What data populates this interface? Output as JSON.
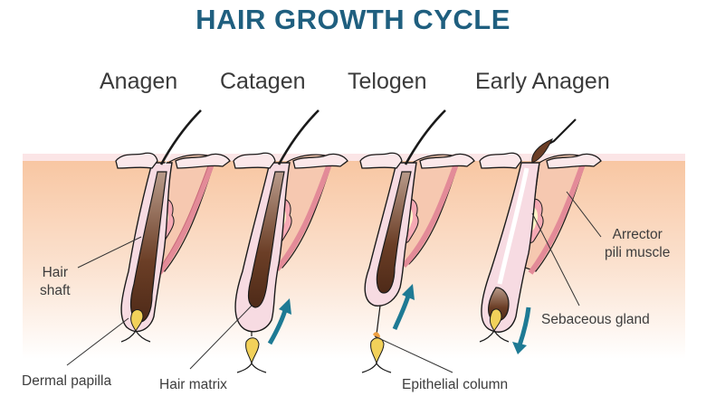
{
  "title": "HAIR GROWTH CYCLE",
  "colors": {
    "title": "#1f5f7f",
    "arrow": "#1e7a94",
    "skin_top": "#f7c6a1",
    "skin_bottom": "#ffffff",
    "hair": "#5a3422",
    "papilla": "#f2d15a",
    "sheath": "#f7dde3",
    "muscle": "#e99aa6",
    "gland": "#fff4c8"
  },
  "stages": [
    {
      "id": "anagen",
      "label": "Anagen"
    },
    {
      "id": "catagen",
      "label": "Catagen"
    },
    {
      "id": "telogen",
      "label": "Telogen"
    },
    {
      "id": "early-anagen",
      "label": "Early Anagen"
    }
  ],
  "labels": {
    "hair_shaft_line1": "Hair",
    "hair_shaft_line2": "shaft",
    "dermal_papilla": "Dermal papilla",
    "hair_matrix": "Hair matrix",
    "epithelial_column": "Epithelial column",
    "arrector_line1": "Arrector",
    "arrector_line2": "pili muscle",
    "sebaceous_gland": "Sebaceous gland"
  },
  "arrows": [
    {
      "stage": "catagen",
      "direction": "up"
    },
    {
      "stage": "telogen",
      "direction": "up"
    },
    {
      "stage": "early-anagen",
      "direction": "down"
    }
  ]
}
